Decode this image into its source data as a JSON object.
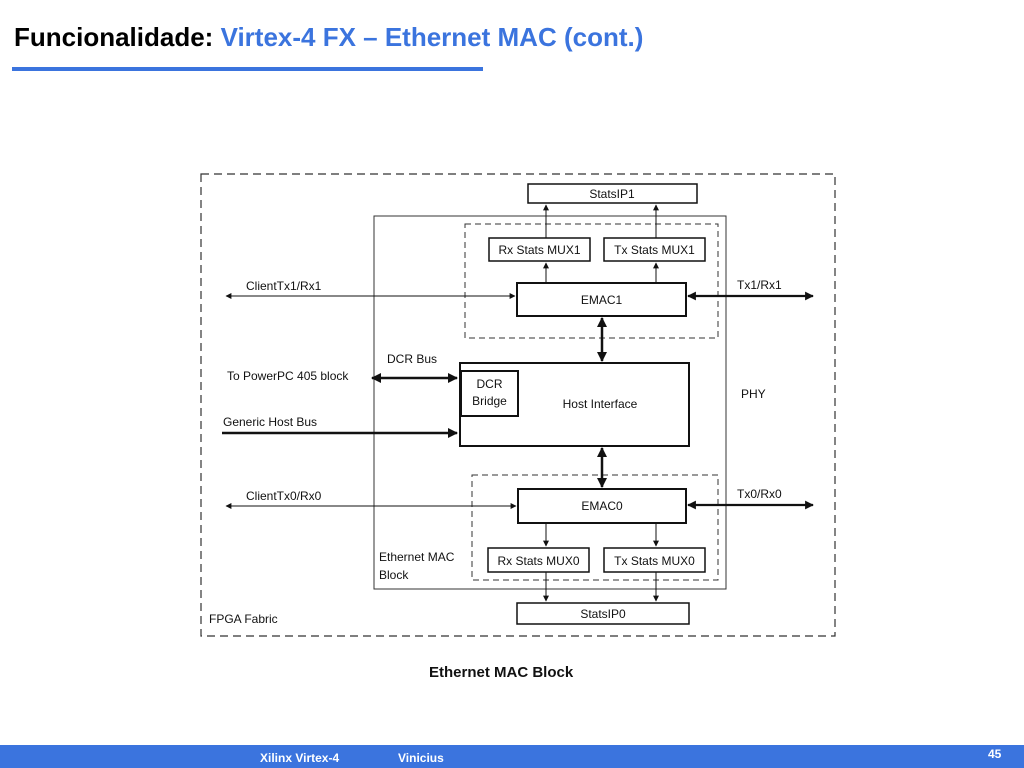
{
  "slide": {
    "title_lead": "Funcionalidade:",
    "title_rest": "Virtex-4 FX – Ethernet MAC (cont.)",
    "caption": "Ethernet MAC Block",
    "footer_left": "Xilinx Virtex-4",
    "footer_center": "Vinicius",
    "page_number": "45",
    "accent_color": "#3b74de"
  },
  "diagram": {
    "stats_ip1": "StatsIP1",
    "rx_stats_mux1": "Rx Stats MUX1",
    "tx_stats_mux1": "Tx Stats MUX1",
    "emac1": "EMAC1",
    "client_tx1_rx1": "ClientTx1/Rx1",
    "tx1_rx1": "Tx1/Rx1",
    "dcr_bus": "DCR Bus",
    "to_powerpc": "To PowerPC 405 block",
    "dcr_bridge_line1": "DCR",
    "dcr_bridge_line2": "Bridge",
    "host_interface": "Host Interface",
    "phy": "PHY",
    "generic_host_bus": "Generic Host Bus",
    "client_tx0_rx0": "ClientTx0/Rx0",
    "tx0_rx0": "Tx0/Rx0",
    "emac0": "EMAC0",
    "ethernet_mac_line1": "Ethernet MAC",
    "ethernet_mac_line2": "Block",
    "rx_stats_mux0": "Rx Stats MUX0",
    "tx_stats_mux0": "Tx Stats MUX0",
    "stats_ip0": "StatsIP0",
    "fpga_fabric": "FPGA Fabric"
  }
}
